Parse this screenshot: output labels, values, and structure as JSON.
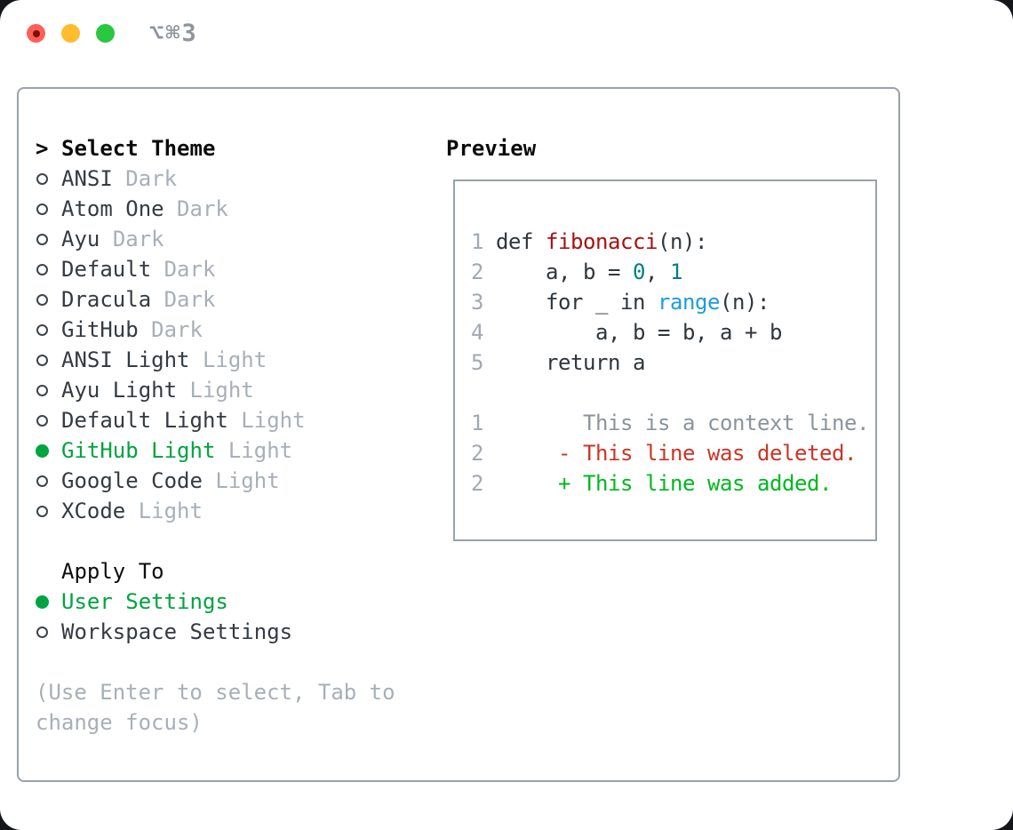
{
  "window": {
    "shortcut_label": "⌥⌘3"
  },
  "colors": {
    "traffic_red": "#ff5f57",
    "traffic_yellow": "#febc2e",
    "traffic_green": "#28c840",
    "selection_green": "#00a440",
    "function_red": "#a81111",
    "number_teal": "#008080",
    "builtin_blue": "#1d9dd8",
    "diff_deleted_red": "#cb3425",
    "diff_added_green": "#00b81f",
    "muted_gray": "#a7afb9",
    "border_gray": "#99a1ac"
  },
  "theme_list": {
    "header_marker": ">",
    "header": "Select Theme",
    "items": [
      {
        "name": "ANSI",
        "tag": "Dark",
        "selected": false
      },
      {
        "name": "Atom One",
        "tag": "Dark",
        "selected": false
      },
      {
        "name": "Ayu",
        "tag": "Dark",
        "selected": false
      },
      {
        "name": "Default",
        "tag": "Dark",
        "selected": false
      },
      {
        "name": "Dracula",
        "tag": "Dark",
        "selected": false
      },
      {
        "name": "GitHub",
        "tag": "Dark",
        "selected": false
      },
      {
        "name": "ANSI Light",
        "tag": "Light",
        "selected": false
      },
      {
        "name": "Ayu Light",
        "tag": "Light",
        "selected": false
      },
      {
        "name": "Default Light",
        "tag": "Light",
        "selected": false
      },
      {
        "name": "GitHub Light",
        "tag": "Light",
        "selected": true
      },
      {
        "name": "Google Code",
        "tag": "Light",
        "selected": false
      },
      {
        "name": "XCode",
        "tag": "Light",
        "selected": false
      }
    ]
  },
  "apply_to": {
    "header": "Apply To",
    "options": [
      {
        "name": "User Settings",
        "selected": true
      },
      {
        "name": "Workspace Settings",
        "selected": false
      }
    ]
  },
  "help": {
    "line1": "(Use Enter to select, Tab to",
    "line2": "change focus)"
  },
  "preview": {
    "title": "Preview",
    "lines": [
      {
        "segs": [
          {
            "t": "1 "
          },
          {
            "t": "def "
          },
          {
            "t": "fibonacci"
          },
          {
            "t": "(n):"
          }
        ]
      },
      {
        "segs": [
          {
            "t": "2 "
          },
          {
            "t": "    a, b = "
          },
          {
            "t": "0"
          },
          {
            "t": ", "
          },
          {
            "t": "1"
          }
        ]
      },
      {
        "segs": [
          {
            "t": "3 "
          },
          {
            "t": "    for _ in "
          },
          {
            "t": "range"
          },
          {
            "t": "(n):"
          }
        ]
      },
      {
        "segs": [
          {
            "t": "4 "
          },
          {
            "t": "        a, b = b, a + b"
          }
        ]
      },
      {
        "segs": [
          {
            "t": "5 "
          },
          {
            "t": "    return a"
          }
        ]
      },
      {
        "segs": [
          {
            "t": ""
          }
        ]
      },
      {
        "segs": [
          {
            "t": "1 "
          },
          {
            "t": "       This is a context line."
          }
        ]
      },
      {
        "segs": [
          {
            "t": "2 "
          },
          {
            "t": "     - This line was deleted."
          }
        ]
      },
      {
        "segs": [
          {
            "t": "2 "
          },
          {
            "t": "     + This line was added."
          }
        ]
      }
    ]
  }
}
